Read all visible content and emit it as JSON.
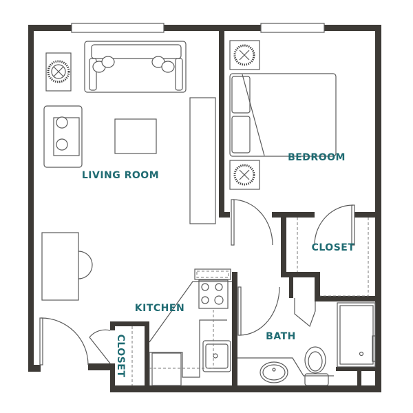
{
  "rooms": {
    "living_room": "LIVING ROOM",
    "bedroom": "BEDROOM",
    "bedroom_closet": "CLOSET",
    "kitchen": "KITCHEN",
    "bath": "BATH",
    "entry_closet": "CLOSET"
  },
  "colors": {
    "wall": "#3d3a36",
    "label": "#1f6b72"
  }
}
